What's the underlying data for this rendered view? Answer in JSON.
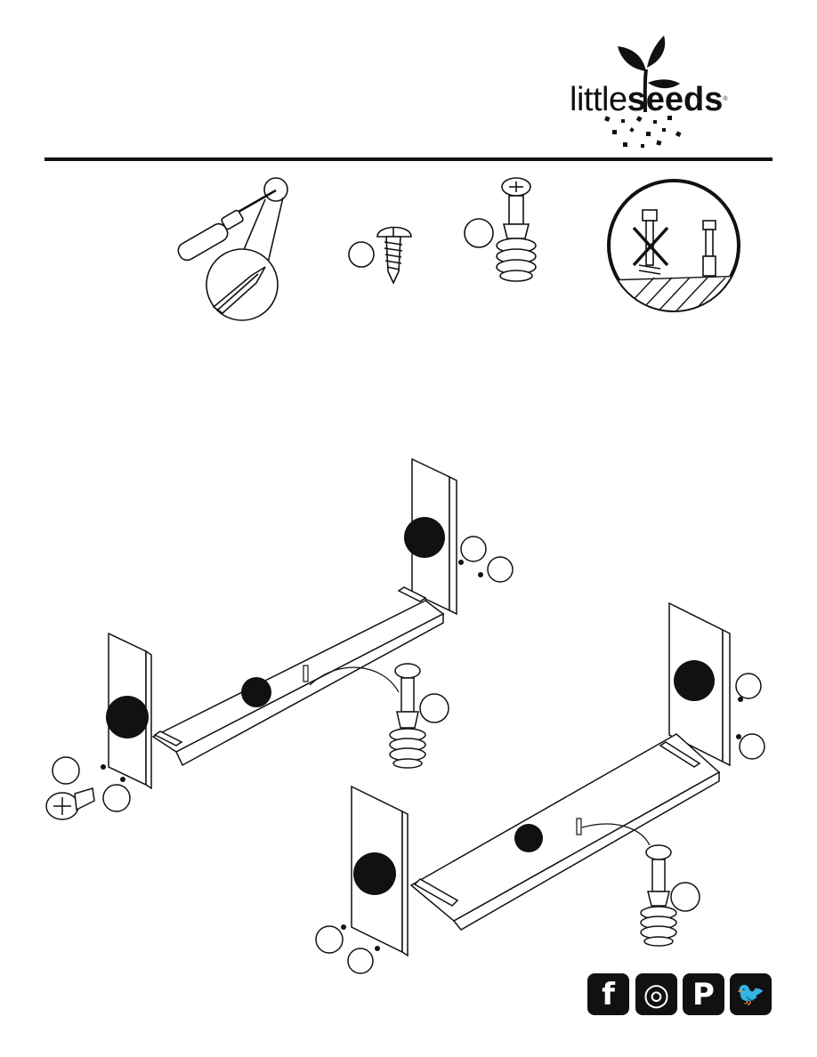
{
  "brand": {
    "part1": "little",
    "part2": "seeds",
    "trademark": "®"
  },
  "tools": [
    {
      "name": "phillips-screwdriver"
    },
    {
      "name": "screw"
    },
    {
      "name": "cam-bolt"
    },
    {
      "name": "correct-vs-incorrect-bolt-depth"
    }
  ],
  "social": [
    {
      "name": "facebook",
      "glyph": "f"
    },
    {
      "name": "instagram",
      "glyph": "◎"
    },
    {
      "name": "pinterest",
      "glyph": "P"
    },
    {
      "name": "twitter",
      "glyph": "🐦"
    }
  ]
}
